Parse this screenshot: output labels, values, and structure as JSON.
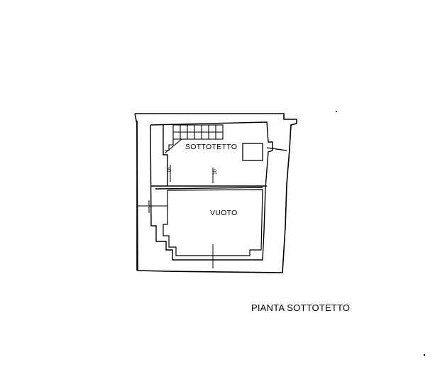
{
  "drawing": {
    "rooms": {
      "attic_label": "SOTTOTETTO",
      "void_label": "VUOTO"
    },
    "annotations": {
      "left_mark": "S",
      "right_mark": "10"
    },
    "caption": "PIANTA SOTTOTETTO"
  }
}
